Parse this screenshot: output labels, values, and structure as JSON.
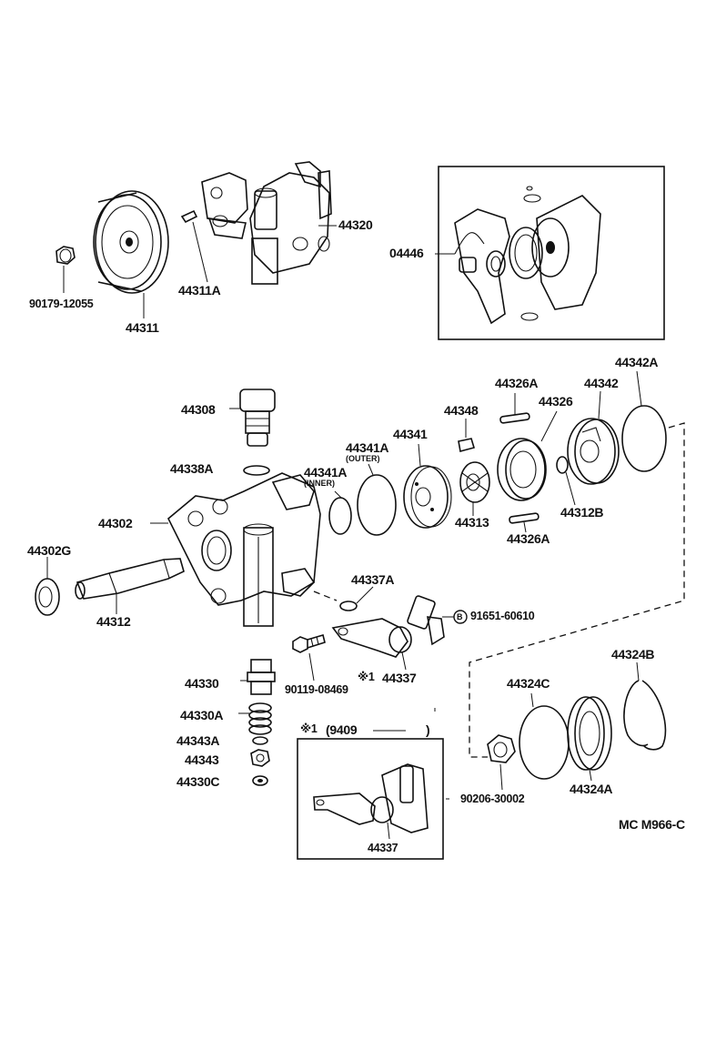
{
  "labels": {
    "p44320": "44320",
    "p04446": "04446",
    "p44311A": "44311A",
    "p90179": "90179-12055",
    "p44311": "44311",
    "p44342A": "44342A",
    "p44326A_top": "44326A",
    "p44342": "44342",
    "p44348": "44348",
    "p44326": "44326",
    "p44308": "44308",
    "p44341": "44341",
    "p44341A": "44341A",
    "outer": "(OUTER)",
    "p44341A_inner": "44341A",
    "inner": "(INNER)",
    "p44338A": "44338A",
    "p44313": "44313",
    "p44312B": "44312B",
    "p44302": "44302",
    "p44326A_bot": "44326A",
    "p44302G": "44302G",
    "p44337A": "44337A",
    "p44312": "44312",
    "p91651": "91651-60610",
    "p44330": "44330",
    "p90119": "90119-08469",
    "p44337_main": "44337",
    "star1a": "※1",
    "p44324B": "44324B",
    "p44330A": "44330A",
    "p44324C": "44324C",
    "star1b": "※1",
    "date_range": "(9409",
    "date_close": ")",
    "p44343A": "44343A",
    "p44343": "44343",
    "p44330C": "44330C",
    "p90206": "90206-30002",
    "p44324A": "44324A",
    "p44337_box": "44337",
    "code": "MC M966-C",
    "circle_b": "B"
  }
}
